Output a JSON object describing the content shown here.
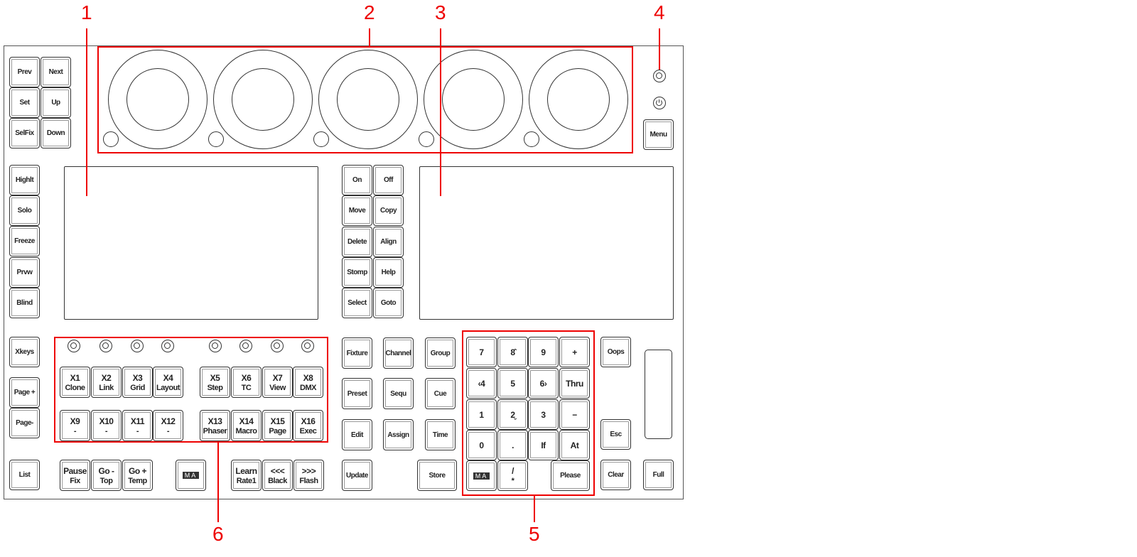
{
  "callouts": [
    "1",
    "2",
    "3",
    "4",
    "5",
    "6"
  ],
  "top_left_keys": [
    {
      "label": "Prev"
    },
    {
      "label": "Next"
    },
    {
      "label": "Set"
    },
    {
      "label": "Up"
    },
    {
      "label": "SelFix"
    },
    {
      "label": "Down"
    }
  ],
  "left_column_keys": [
    {
      "label": "Highlt"
    },
    {
      "label": "Solo"
    },
    {
      "label": "Freeze"
    },
    {
      "label": "Prvw"
    },
    {
      "label": "Blind"
    }
  ],
  "left_lower_keys": [
    {
      "label": "Xkeys"
    },
    {
      "label": "Page +"
    },
    {
      "label": "Page-"
    },
    {
      "label": "List"
    }
  ],
  "middle_keys": [
    {
      "label": "On"
    },
    {
      "label": "Off"
    },
    {
      "label": "Move"
    },
    {
      "label": "Copy"
    },
    {
      "label": "Delete"
    },
    {
      "label": "Align"
    },
    {
      "label": "Stomp"
    },
    {
      "label": "Help"
    },
    {
      "label": "Select"
    },
    {
      "label": "Goto"
    }
  ],
  "menu_key": {
    "label": "Menu"
  },
  "x_keys": [
    {
      "label": "X1",
      "sub": "Clone"
    },
    {
      "label": "X2",
      "sub": "Link"
    },
    {
      "label": "X3",
      "sub": "Grid"
    },
    {
      "label": "X4",
      "sub": "Layout"
    },
    {
      "label": "X5",
      "sub": "Step"
    },
    {
      "label": "X6",
      "sub": "TC"
    },
    {
      "label": "X7",
      "sub": "View"
    },
    {
      "label": "X8",
      "sub": "DMX"
    },
    {
      "label": "X9",
      "sub": "-"
    },
    {
      "label": "X10",
      "sub": "-"
    },
    {
      "label": "X11",
      "sub": "-"
    },
    {
      "label": "X12",
      "sub": "-"
    },
    {
      "label": "X13",
      "sub": "Phaser"
    },
    {
      "label": "X14",
      "sub": "Macro"
    },
    {
      "label": "X15",
      "sub": "Page"
    },
    {
      "label": "X16",
      "sub": "Exec"
    }
  ],
  "playback_keys": [
    {
      "label": "Pause",
      "sub": "Fix"
    },
    {
      "label": "Go -",
      "sub": "Top"
    },
    {
      "label": "Go +",
      "sub": "Temp"
    },
    {
      "label": "Learn",
      "sub": "Rate1"
    },
    {
      "label": "<<<",
      "sub": "Black"
    },
    {
      "label": ">>>",
      "sub": "Flash"
    }
  ],
  "ma_key": {
    "label": "MA"
  },
  "command_keys": [
    {
      "label": "Fixture"
    },
    {
      "label": "Channel"
    },
    {
      "label": "Group"
    },
    {
      "label": "Preset"
    },
    {
      "label": "Sequ"
    },
    {
      "label": "Cue"
    },
    {
      "label": "Edit"
    },
    {
      "label": "Assign"
    },
    {
      "label": "Time"
    },
    {
      "label": "Update"
    },
    {
      "label": "Store"
    }
  ],
  "numpad_keys": [
    {
      "label": "7"
    },
    {
      "label": "8̂"
    },
    {
      "label": "9"
    },
    {
      "label": "+"
    },
    {
      "label": "‹4"
    },
    {
      "label": "5"
    },
    {
      "label": "6›"
    },
    {
      "label": "Thru"
    },
    {
      "label": "1"
    },
    {
      "label": "2̬"
    },
    {
      "label": "3"
    },
    {
      "label": "−"
    },
    {
      "label": "0"
    },
    {
      "label": "."
    },
    {
      "label": "If"
    },
    {
      "label": "At"
    },
    {
      "label": "MA"
    },
    {
      "label": "/",
      "sub": "*"
    },
    {
      "label": "Please"
    }
  ],
  "right_keys": [
    {
      "label": "Oops"
    },
    {
      "label": "Esc"
    },
    {
      "label": "Clear"
    },
    {
      "label": "Full"
    }
  ]
}
